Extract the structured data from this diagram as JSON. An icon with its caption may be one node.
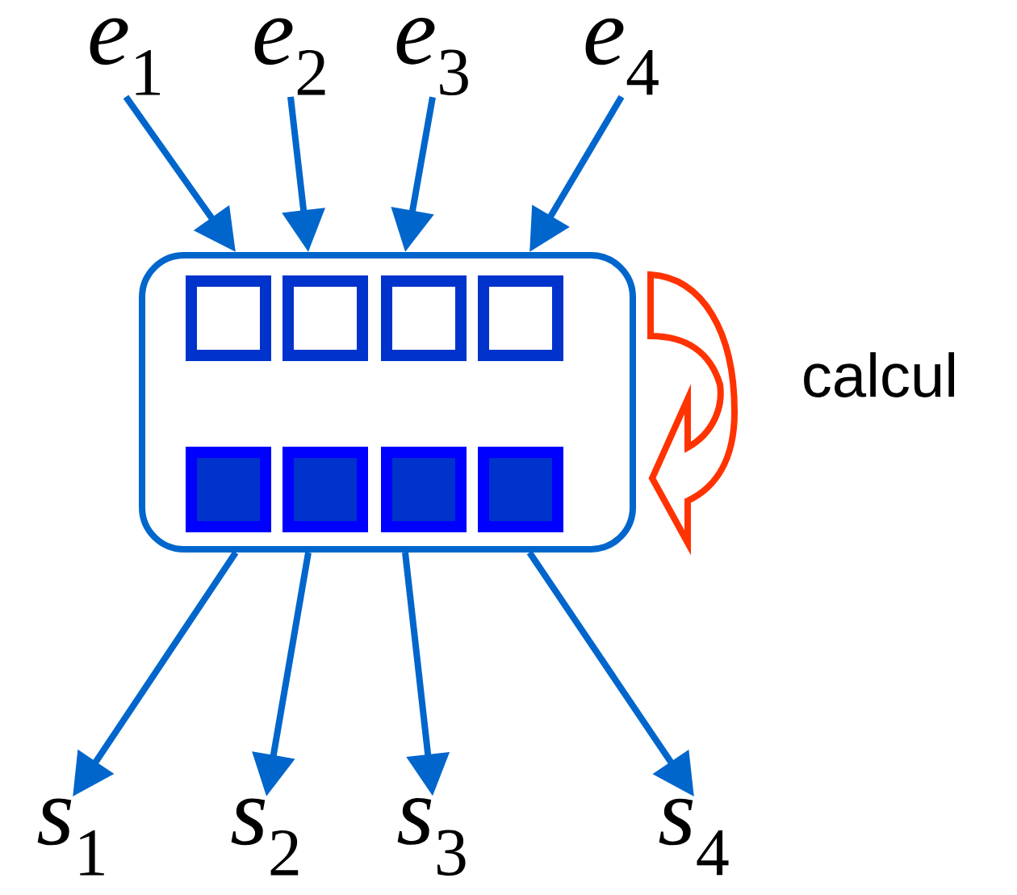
{
  "diagram": {
    "nodes": [
      {
        "text": [
          "*e*$_{1}$"
        ]
      },
      {
        "text": [
          "*e*$_{2}$"
        ]
      },
      {
        "text": [
          "*e*$_{3}$"
        ]
      },
      {
        "text": [
          "*e*$_{4}$"
        ]
      },
      {
        "text": [],
        "shape": "box"
      },
      {
        "text": [
          "*s*$_{1}$"
        ]
      },
      {
        "text": [
          "*s*$_{2}$"
        ]
      },
      {
        "text": [
          "*s*$_{3}$"
        ]
      },
      {
        "text": [
          "*s*$_{4}$"
        ]
      }
    ],
    "edges": [
      {
        "from": 0,
        "to": 4,
        "arrow": "to"
      },
      {
        "from": 1,
        "to": 4,
        "arrow": "to"
      },
      {
        "from": 2,
        "to": 4,
        "arrow": "to"
      },
      {
        "from": 3,
        "to": 4,
        "arrow": "to"
      },
      {
        "from": 4,
        "to": 5,
        "arrow": "to"
      },
      {
        "from": 4,
        "to": 6,
        "arrow": "to"
      },
      {
        "from": 4,
        "to": 7,
        "arrow": "to"
      },
      {
        "from": 4,
        "to": 8,
        "arrow": "to"
      }
    ],
    "labels": [
      "calcul"
    ]
  }
}
